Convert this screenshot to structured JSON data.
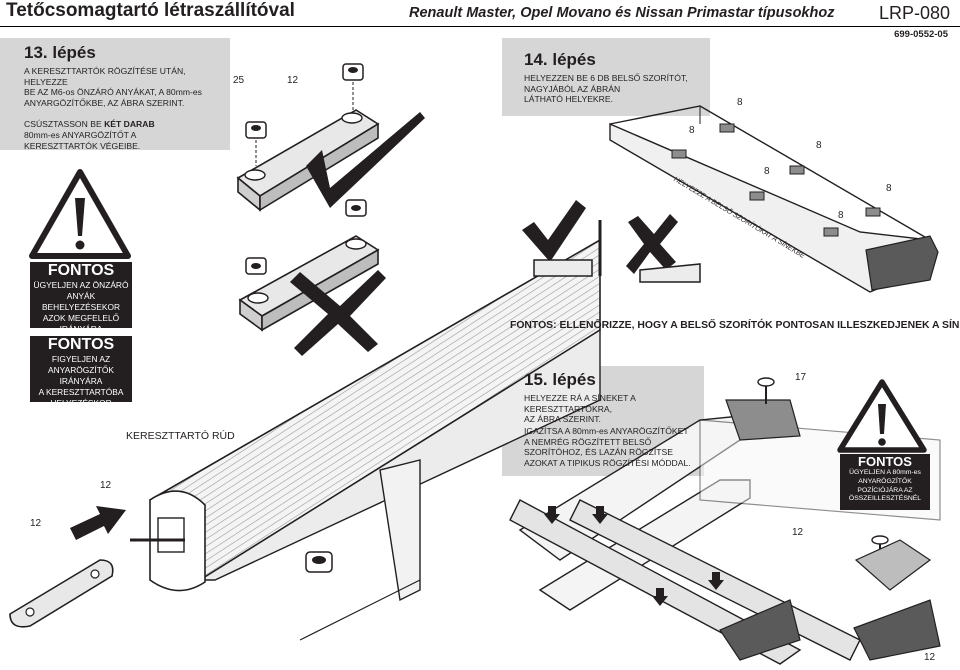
{
  "header": {
    "title": "Tetőcsomagtartó létraszállítóval",
    "subtitle": "Renault Master, Opel Movano és Nissan Primastar típusokhoz",
    "code": "LRP-080",
    "part_number": "699-0552-05"
  },
  "step13": {
    "heading": "13. lépés",
    "lines": [
      "A KERESZTTARTÓK RÖGZÍTÉSE UTÁN, HELYEZZE",
      "BE AZ M6-os ÖNZÁRÓ ANYÁKAT, A 80mm-es",
      "ANYARGÖZÍTŐKBE, AZ ÁBRA SZERINT."
    ],
    "line4_pre": "CSÚSZTASSON BE ",
    "line4_bold": "KÉT DARAB",
    "lines_after": [
      "80mm-es ANYARGÖZÍTŐT A",
      "KERESZTTARTÓK VÉGEIBE."
    ],
    "dim_left": "25",
    "dim_right": "12"
  },
  "warning1": {
    "heading": "FONTOS",
    "lines": [
      "ÜGYELJEN AZ ÖNZÁRÓ",
      "ANYÁK BEHELYEZÉSEKOR",
      "AZOK MEGFELELŐ",
      "IRÁNYÁRA"
    ]
  },
  "warning2": {
    "heading": "FONTOS",
    "lines": [
      "FIGYELJEN AZ",
      "ANYARÖGZÍTŐK IRÁNYÁRA",
      "A KERESZTTARTÓBA",
      "HELYEZÉSKOR"
    ]
  },
  "crossbar": {
    "label": "KERESZTTARTÓ RÚD",
    "dim_a": "12",
    "dim_b": "12"
  },
  "step14": {
    "heading": "14. lépés",
    "lines": [
      "HELYEZZEN BE 6 DB BELSŐ SZORÍTÓT,",
      "NAGYJÁBÓL AZ ÁBRÁN",
      "LÁTHATÓ HELYEKRE."
    ],
    "rail_text": "HELYEZZE A BELSŐ SZORÍTÓKAT A SÍNEKBE",
    "eights": [
      "8",
      "8",
      "8",
      "8",
      "8",
      "8"
    ]
  },
  "important_rail": "FONTOS: ELLENŐRIZZE, HOGY A BELSŐ SZORÍTÓK PONTOSAN ILLESZKEDJENEK A SÍNEKBE.",
  "step15": {
    "heading": "15. lépés",
    "lines": [
      "HELYEZZE RÁ A SÍNEKET A KERESZTTARTÓKRA,",
      "AZ ÁBRA SZERINT."
    ],
    "lines2": [
      "IGAZÍTSA A 80mm-es ANYARÖGZÍTŐKET",
      "A NEMRÉG RÖGZÍTETT BELSŐ",
      "SZORÍTÓHOZ, ÉS LAZÁN RÖGZÍTSE",
      "AZOKAT A TIPIKUS RÖGZÍTÉSI MÓDDAL."
    ],
    "dim_17": "17",
    "dim_12a": "12",
    "dim_12b": "12"
  },
  "warning3": {
    "heading": "FONTOS",
    "lines": [
      "ÜGYELJEN A 80mm-es",
      "ANYARÖGZÍTŐK",
      "POZÍCIÓJÁRA AZ",
      "ÖSSZEILLESZTÉSNÉL"
    ]
  }
}
